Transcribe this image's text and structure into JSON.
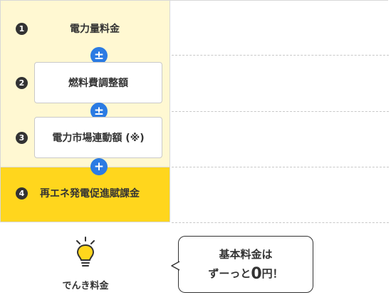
{
  "items": [
    {
      "num": "1",
      "label": "電力量料金"
    },
    {
      "num": "2",
      "label": "燃料費調整額"
    },
    {
      "num": "3",
      "label": "電力市場連動額 (※)"
    },
    {
      "num": "4",
      "label": "再エネ発電促進賦課金"
    }
  ],
  "operators": [
    "±",
    "±",
    "+"
  ],
  "bottom_label": "でんき料金",
  "bubble": {
    "line1": "基本料金は",
    "line2_prefix": "ずーっと",
    "line2_zero": "0",
    "line2_suffix": "円！"
  },
  "colors": {
    "cream": "#fff8d2",
    "yellow": "#ffd61d",
    "blue": "#2b7be3",
    "dark": "#333333"
  },
  "icons": [
    "lightbulb-icon",
    "speech-bubble"
  ]
}
